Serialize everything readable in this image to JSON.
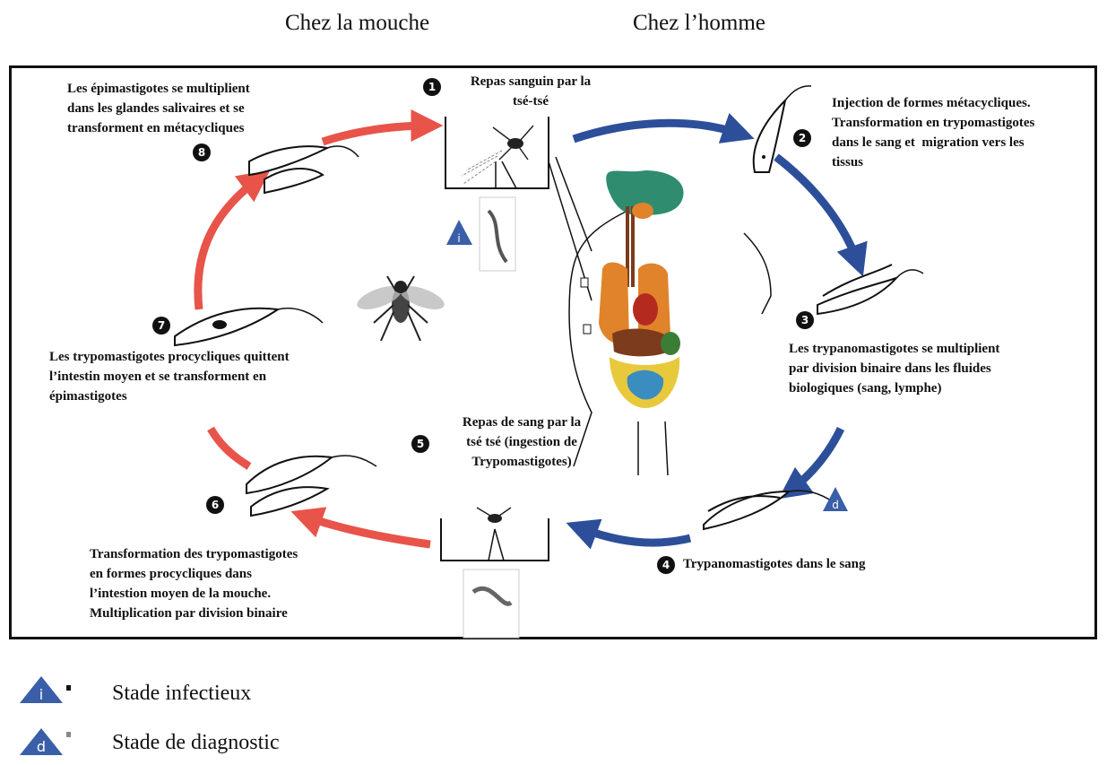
{
  "headers": {
    "fly": "Chez la mouche",
    "human": "Chez l’homme"
  },
  "steps": [
    {
      "number": "1",
      "text": "Repas sanguin par la\ntsé-tsé"
    },
    {
      "number": "2",
      "text": "Injection de formes métacycliques.\nTransformation en trypomastigotes\ndans le sang et  migration vers les\ntissus"
    },
    {
      "number": "3",
      "text": "Les trypanomastigotes se multiplient\npar division binaire dans les fluides\nbiologiques (sang, lymphe)"
    },
    {
      "number": "4",
      "text": "Trypanomastigotes dans le sang"
    },
    {
      "number": "5",
      "text": "Repas de sang par la\ntsé tsé (ingestion de\nTrypomastigotes)"
    },
    {
      "number": "6",
      "text": "Transformation des trypomastigotes\nen formes procycliques dans\nl’intestion moyen de la mouche.\nMultiplication par division binaire"
    },
    {
      "number": "7",
      "text": "Les trypomastigotes procycliques quittent\nl’intestin moyen et se transforment en\népimastigotes"
    },
    {
      "number": "8",
      "text": "Les épimastigotes se multiplient\ndans les glandes salivaires et se\ntransforment en métacycliques"
    }
  ],
  "legend": [
    {
      "symbol": "i",
      "label": "Stade infectieux"
    },
    {
      "symbol": "d",
      "label": "Stade de diagnostic"
    }
  ],
  "colors": {
    "fly_arrow": "#e8544a",
    "human_arrow": "#2d4f9a",
    "marker": "#3a5ea8"
  }
}
